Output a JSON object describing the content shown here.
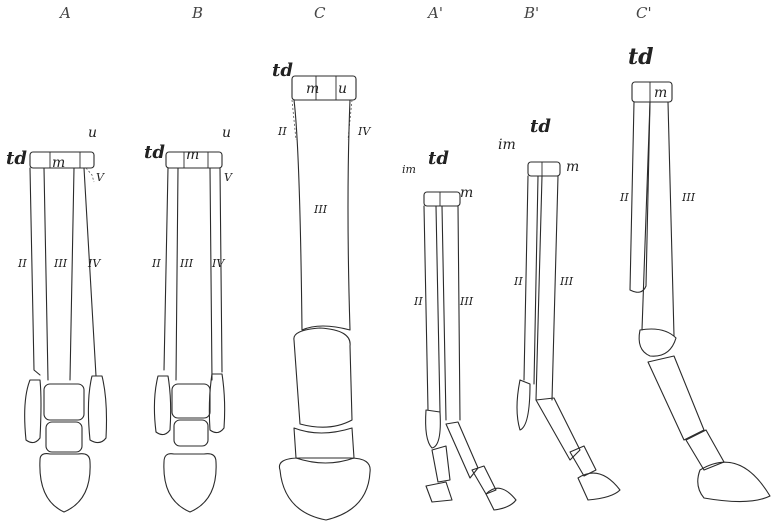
{
  "panels": {
    "a": "A",
    "b": "B",
    "c": "C",
    "a_prime": "A'",
    "b_prime": "B'",
    "c_prime": "C'"
  },
  "labels": {
    "td": "td",
    "m": "m",
    "u": "u",
    "im": "im",
    "digit_ii": "II",
    "digit_iii": "III",
    "digit_iv": "IV",
    "digit_v": "V"
  }
}
